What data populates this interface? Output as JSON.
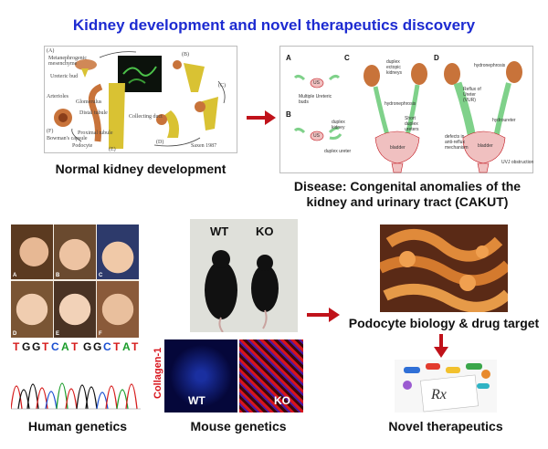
{
  "title": "Kidney development and novel therapeutics discovery",
  "normal": {
    "caption": "Normal kidney development",
    "labels": {
      "A": "(A)",
      "metanephrogenic": "Metanephrogenic mesenchyme",
      "ureteric": "Ureteric bud",
      "B": "(B)",
      "C": "(C)",
      "arterioles": "Arterioles",
      "glomerulus": "Glomerulus",
      "distal": "Distal tubule",
      "collecting": "Collecting duct",
      "F": "(F)",
      "bowman": "Bowman's capsule",
      "proximal": "Proximal tubule",
      "podocyte": "Podocyte",
      "D": "(D)",
      "E": "(E)",
      "credit": "Saxen 1987"
    }
  },
  "disease": {
    "caption_line1": "Disease: Congenital anomalies of the",
    "caption_line2": "kidney and urinary tract (CAKUT)",
    "labels": {
      "A": "A",
      "B": "B",
      "C": "C",
      "D": "D",
      "multiple": "Multiple Ureteric buds",
      "duplexKidney": "duplex kidney",
      "duplexUreter": "duplex ureter",
      "duplexEctopic": "duplex ectopic kidneys",
      "hydronephrosis": "hydronephrosis",
      "shortDuplex": "Short duplex ureters",
      "bladder": "bladder",
      "hydronephrosis2": "hydronephrosis",
      "reflux": "Reflux of Ureter (VUR)",
      "hydroureter": "hydroureter",
      "defects": "defects in anti-reflux mechanism",
      "uvj": "UVJ obstruction",
      "bladder2": "bladder",
      "us1": "US",
      "us2": "US"
    }
  },
  "human": {
    "caption": "Human genetics",
    "faces": [
      "A",
      "B",
      "C",
      "D",
      "E",
      "F"
    ],
    "sequence": [
      "T",
      "G",
      "G",
      "T",
      "C",
      "A",
      "T",
      "G",
      "G",
      "C",
      "T",
      "A",
      "T"
    ]
  },
  "mouse": {
    "caption": "Mouse genetics",
    "wt": "WT",
    "ko": "KO",
    "collagen": "Collagen-1",
    "wt2": "WT",
    "ko2": "KO"
  },
  "podocyte": {
    "caption": "Podocyte biology & drug target"
  },
  "novel": {
    "caption": "Novel therapeutics",
    "rx": "Rx"
  },
  "colors": {
    "title": "#1d2bd1",
    "arrow": "#c0121a",
    "kidney": "#c8733a",
    "duct": "#d9c233",
    "ureterGreen": "#7fd18a",
    "bladderPink": "#f0c0c0",
    "collagenRed": "#d8141c",
    "dnaT": "#d61c1c",
    "dnaG": "#111111",
    "dnaC": "#1a4fd1",
    "dnaA": "#1a9c2a"
  }
}
